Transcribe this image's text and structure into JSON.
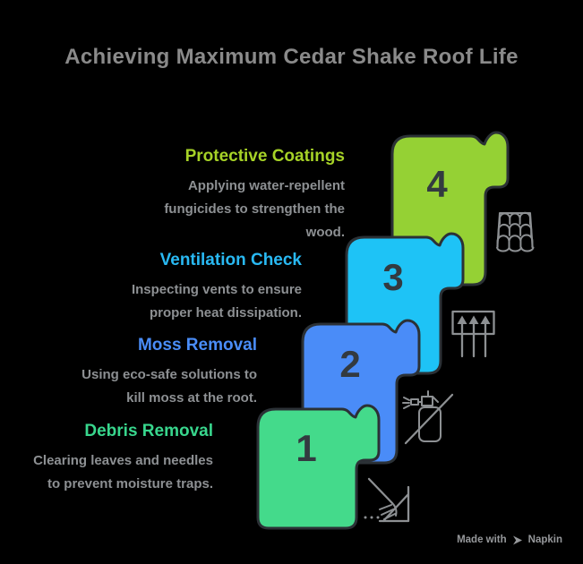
{
  "page_title": "Achieving Maximum Cedar Shake Roof Life",
  "steps": [
    {
      "number": "1",
      "title": "Debris Removal",
      "description": "Clearing leaves and needles to prevent moisture traps.",
      "ribbon_color": "#44da8b",
      "title_color": "#38d68d",
      "icon": "rake-and-dustpan-icon"
    },
    {
      "number": "2",
      "title": "Moss Removal",
      "description": "Using eco-safe solutions to kill moss at the root.",
      "ribbon_color": "#4a8cf8",
      "title_color": "#4a8df8",
      "icon": "crossed-spray-bottle-icon"
    },
    {
      "number": "3",
      "title": "Ventilation Check",
      "description": "Inspecting vents to ensure proper heat dissipation.",
      "ribbon_color": "#1ec3f6",
      "title_color": "#29b9f3",
      "icon": "vent-arrows-icon"
    },
    {
      "number": "4",
      "title": "Protective Coatings",
      "description": "Applying water-repellent fungicides to strengthen the wood.",
      "ribbon_color": "#95d134",
      "title_color": "#a6d227",
      "icon": "roof-tiles-icon"
    }
  ],
  "watermark": {
    "prefix": "Made with",
    "brand": "Napkin"
  },
  "colors": {
    "background": "#000000",
    "ribbon_outline": "#2b3136",
    "step_number": "#333a40",
    "heading": "#8a8a8a",
    "description": "#8d9093",
    "icon": "#8d9093",
    "watermark": "#96989b"
  }
}
